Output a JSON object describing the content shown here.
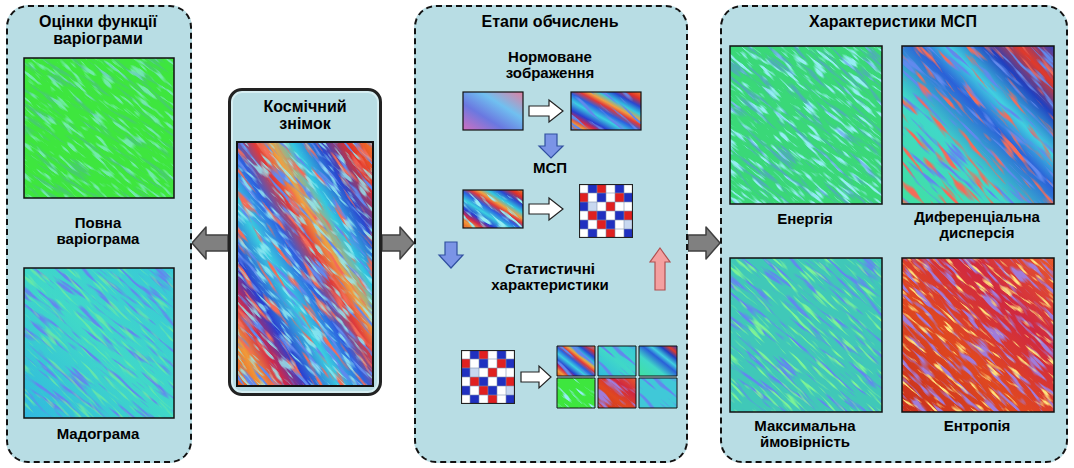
{
  "diagram": {
    "nodes": [
      {
        "text": [
          "Оцінки функції варіограми",
          "Повна варіограма",
          "Мадограма"
        ]
      },
      {
        "text": [
          "Космічний знімок"
        ]
      },
      {
        "text": [
          "Етапи обчислень",
          "Нормоване зображення",
          "МСП",
          "Статистичні характеристики"
        ]
      },
      {
        "text": [
          "Характеристики МСП",
          "Енергія",
          "Диференціальна дисперсія",
          "Максимальна ймовірність",
          "Ентропія"
        ]
      }
    ],
    "edges": [
      {
        "from": 1,
        "to": 0,
        "arrow": "to"
      },
      {
        "from": 1,
        "to": 2,
        "arrow": "to"
      },
      {
        "from": 2,
        "to": 3,
        "arrow": "to"
      }
    ]
  }
}
